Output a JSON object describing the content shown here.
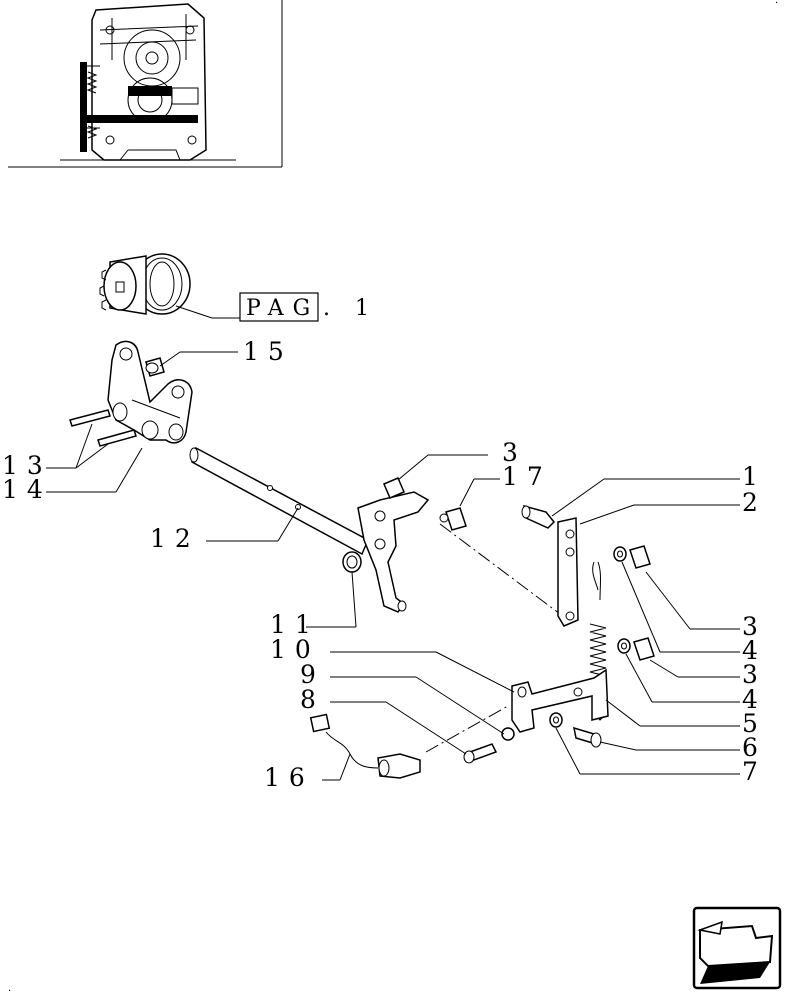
{
  "reference_box": {
    "prefix": "PAG",
    "suffix": ". 1"
  },
  "callouts": {
    "c1": "1",
    "c2": "2",
    "c3a": "3",
    "c3b": "3",
    "c3c": "3",
    "c4a": "4",
    "c4b": "4",
    "c5": "5",
    "c6": "6",
    "c7": "7",
    "c8": "8",
    "c9": "9",
    "c10": "10",
    "c11": "11",
    "c12": "12",
    "c13": "13",
    "c14": "14",
    "c15": "15",
    "c16": "16",
    "c17": "17"
  },
  "icons": {
    "navigation": "next-page-arrow-icon"
  }
}
